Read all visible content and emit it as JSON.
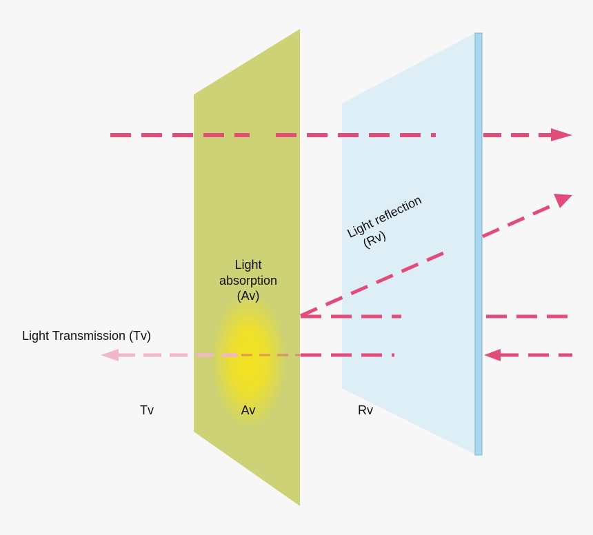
{
  "labels": {
    "absorption": {
      "line1": "Light",
      "line2": "absorption",
      "line3": "(Av)"
    },
    "transmission": "Light Transmission (Tv)",
    "reflection": {
      "line1": "Light reflection",
      "line2": "(Rv)"
    },
    "tv": "Tv",
    "av": "Av",
    "rv": "Rv"
  },
  "colors": {
    "background": "#f7f7f8",
    "absorber_panel": "#ccd275",
    "glass_panel": "#ddeef6",
    "glass_edge": "#a9d9ee",
    "ray": "#e24c78",
    "ray_faded": "#f1b7c9",
    "glow": "#f3e220"
  }
}
